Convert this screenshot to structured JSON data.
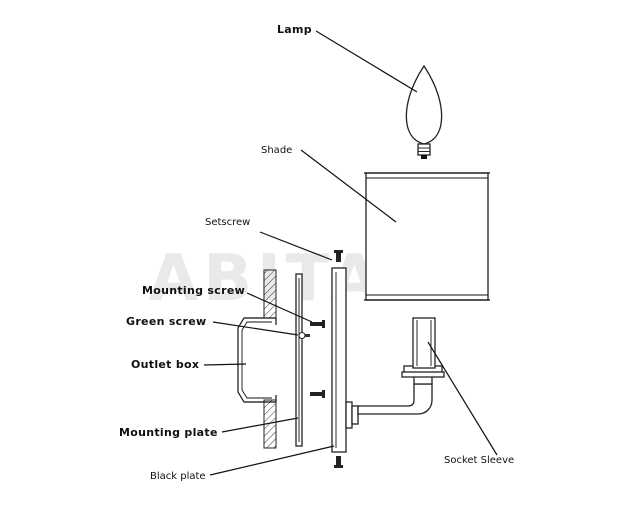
{
  "watermark": "ABITANT",
  "labels": {
    "lamp": "Lamp",
    "shade": "Shade",
    "setscrew": "Setscrew",
    "mounting_screw": "Mounting screw",
    "green_screw": "Green screw",
    "outlet_box": "Outlet box",
    "mounting_plate": "Mounting plate",
    "black_plate": "Black plate",
    "socket_sleeve": "Socket Sleeve"
  }
}
